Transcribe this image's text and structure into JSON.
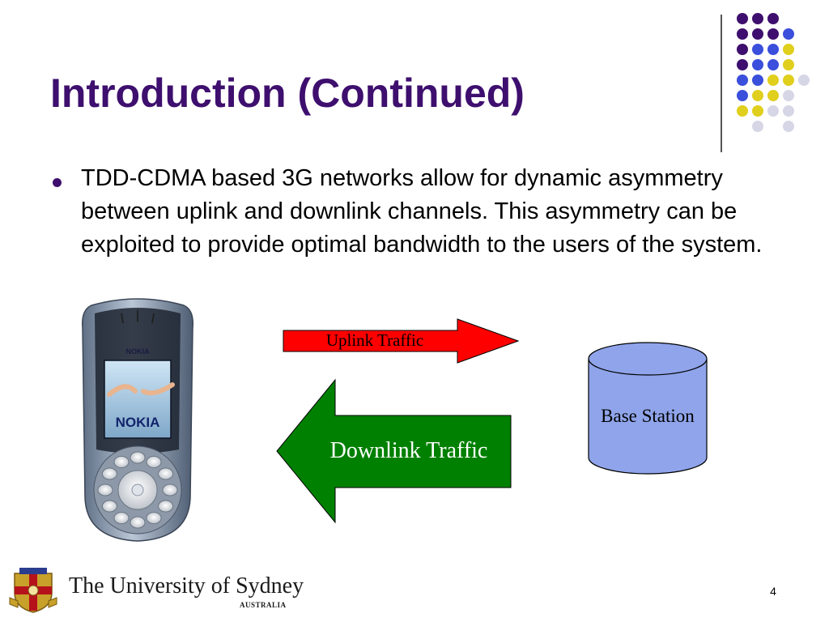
{
  "slide": {
    "title": "Introduction (Continued)",
    "bullet": "TDD-CDMA based 3G networks allow for dynamic asymmetry between uplink and downlink channels. This asymmetry can be exploited to provide optimal bandwidth to the users of the system.",
    "page_number": "4"
  },
  "diagram": {
    "uplink_label": "Uplink Traffic",
    "downlink_label": "Downlink Traffic",
    "base_station_label": "Base Station"
  },
  "phone": {
    "brand_top": "NOKIA",
    "brand_screen": "NOKIA"
  },
  "footer": {
    "university_name": "The University of Sydney",
    "country": "AUSTRALIA"
  },
  "colors": {
    "title": "#3e0f6e",
    "bullet": "#3e0f6e",
    "uplink_arrow": "#ff0000",
    "downlink_arrow": "#008000",
    "base_station": "#8fa4ea",
    "dot_purple": "#3e0f6e",
    "dot_blue": "#3a4fdb",
    "dot_yellow": "#e0cf1c",
    "dot_gray": "#d6d6e6"
  },
  "icons": [
    "mobile-phone-icon",
    "university-crest-icon"
  ]
}
